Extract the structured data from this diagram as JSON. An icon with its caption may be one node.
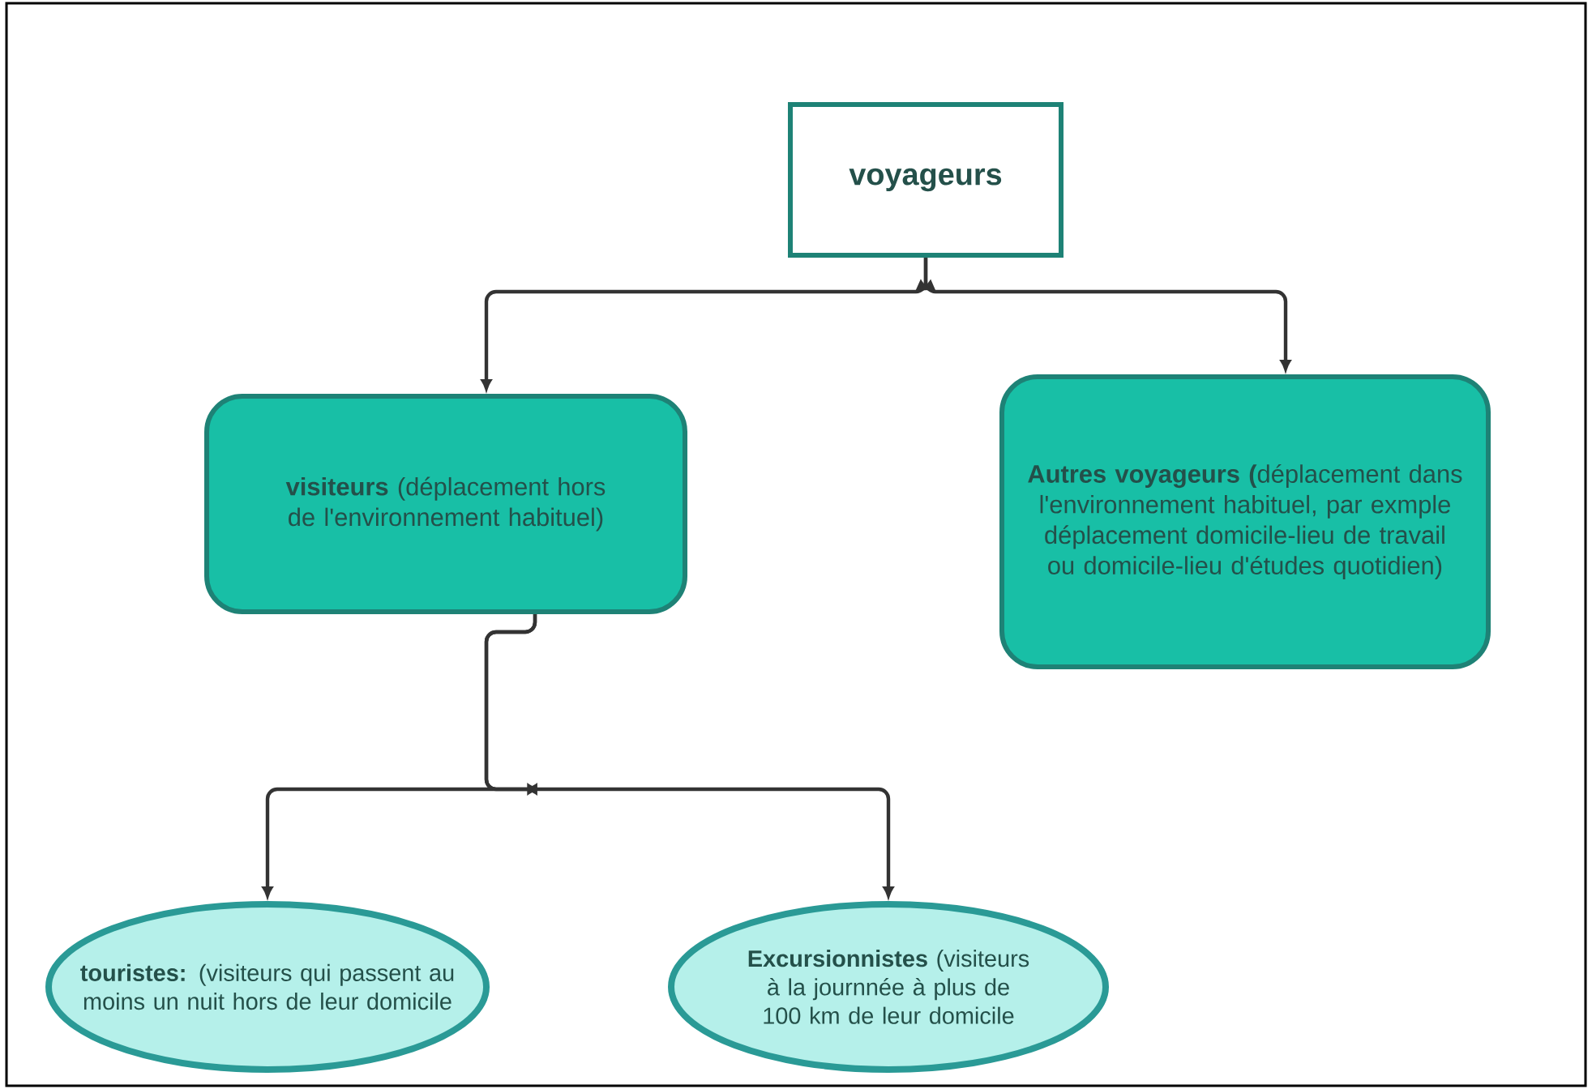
{
  "diagram": {
    "nodes": [
      {
        "text": [
          "voyageurs"
        ]
      },
      {
        "text": [
          "**visiteurs** (déplacement hors de l'environnement habituel)"
        ]
      },
      {
        "text": [
          "**Autres voyageurs** **(**déplacement dans l'environnement habituel, par exmple déplacement domicile-lieu de travail ou domicile-lieu d'études quotidien)"
        ]
      },
      {
        "text": [
          "**touristes:** (visiteurs qui passent au moins un nuit hors de leur domicile"
        ]
      },
      {
        "text": [
          "**Excursionnistes** (visiteurs à la journnée à plus de 100 km de leur domicile"
        ]
      }
    ],
    "edges": [
      {
        "from": 0,
        "to": 1,
        "arrow": "to"
      },
      {
        "from": 0,
        "to": 2,
        "arrow": "to"
      },
      {
        "from": 1,
        "to": 3,
        "arrow": "to"
      },
      {
        "from": 1,
        "to": 4,
        "arrow": "to"
      }
    ]
  }
}
